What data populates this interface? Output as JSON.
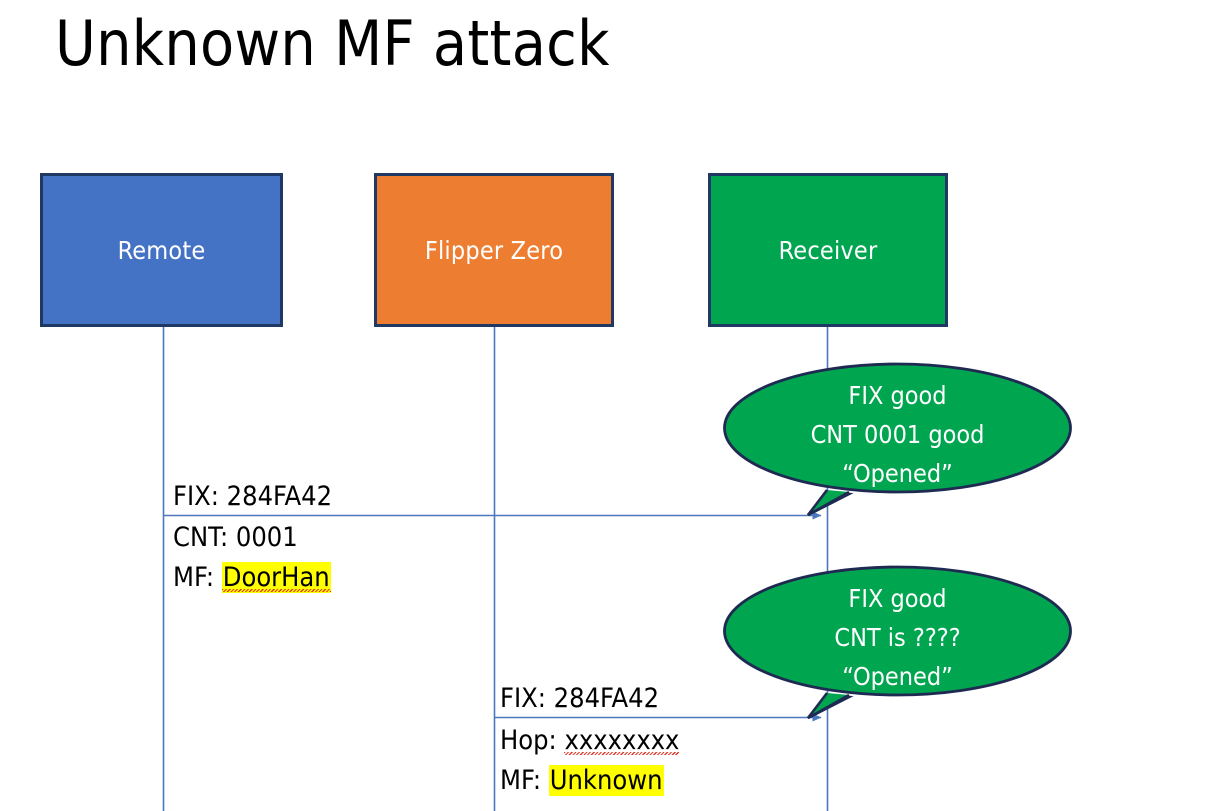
{
  "slide": {
    "title": "Unknown MF attack",
    "background": "#ffffff"
  },
  "colors": {
    "remote_fill": "#4472C4",
    "flipper_fill": "#ED7D31",
    "receiver_fill": "#00A550",
    "box_border": "#1F3864",
    "lifeline": "#4A77BE",
    "arrow": "#4A77BE",
    "callout_fill": "#00A550",
    "callout_border": "#1F2A52",
    "highlight": "#FFFF00",
    "text_dark": "#000000",
    "text_light": "#ffffff"
  },
  "actors": [
    {
      "id": "remote",
      "label": "Remote"
    },
    {
      "id": "flipper",
      "label": "Flipper Zero"
    },
    {
      "id": "receiver",
      "label": "Receiver"
    }
  ],
  "messages": [
    {
      "id": "msg-1",
      "from": "remote",
      "to": "receiver",
      "line1": "FIX: 284FA42",
      "line2_prefix": "CNT: 0001",
      "line3_prefix": "MF: ",
      "line3_value": "DoorHan",
      "line3_highlighted": true,
      "line3_spellchecked": true
    },
    {
      "id": "msg-2",
      "from": "flipper",
      "to": "receiver",
      "line1": "FIX: 284FA42",
      "line2_prefix": "Hop: ",
      "line2_value": "xxxxxxxx",
      "line2_spellchecked": true,
      "line3_prefix": "MF: ",
      "line3_value": "Unknown",
      "line3_highlighted": true
    }
  ],
  "callouts": [
    {
      "id": "callout-1",
      "line1": "FIX good",
      "line2": "CNT 0001 good",
      "line3": "“Opened”"
    },
    {
      "id": "callout-2",
      "line1": "FIX good",
      "line2": "CNT is ????",
      "line3": "“Opened”"
    }
  ]
}
